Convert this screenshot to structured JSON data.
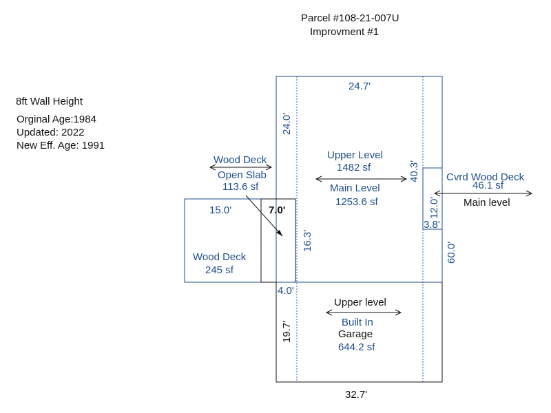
{
  "header": {
    "parcel": "Parcel #108-21-007U",
    "improvement": "Improvment #1"
  },
  "info": {
    "wall_height": "8ft Wall Height",
    "original_age": "Orginal Age:1984",
    "updated": "Updated:  2022",
    "new_eff_age": "New Eff. Age: 1991"
  },
  "dimensions": {
    "main_top": "24.7'",
    "main_left_upper": "24.0'",
    "main_right": "40.3'",
    "overall_right": "60.0'",
    "wood_deck_width": "15.0'",
    "slab_width": "7.0'",
    "slab_height": "16.3'",
    "garage_offset": "4.0'",
    "garage_height": "19.7'",
    "garage_width": "32.7'",
    "cvrd_deck_height": "12.0'",
    "cvrd_deck_width": "3.8'"
  },
  "areas": {
    "main": {
      "upper_label": "Upper Level",
      "upper_area": "1482 sf",
      "main_label": "Main Level",
      "main_area": "1253.6 sf"
    },
    "open_slab": {
      "label_top": "Wood Deck",
      "label": "Open Slab",
      "area": "113.6 sf"
    },
    "wood_deck": {
      "label": "Wood Deck",
      "area": "245 sf"
    },
    "cvrd_deck": {
      "label": "Cvrd Wood Deck",
      "area": "46.1 sf",
      "level": "Main level"
    },
    "garage": {
      "upper_label": "Upper level",
      "label": "Built In",
      "label2": "Garage",
      "area": "644.2 sf"
    }
  },
  "colors": {
    "outline_blue": "#1f4e8c",
    "text_blue": "#1f4e8c",
    "text_black": "#111111"
  }
}
